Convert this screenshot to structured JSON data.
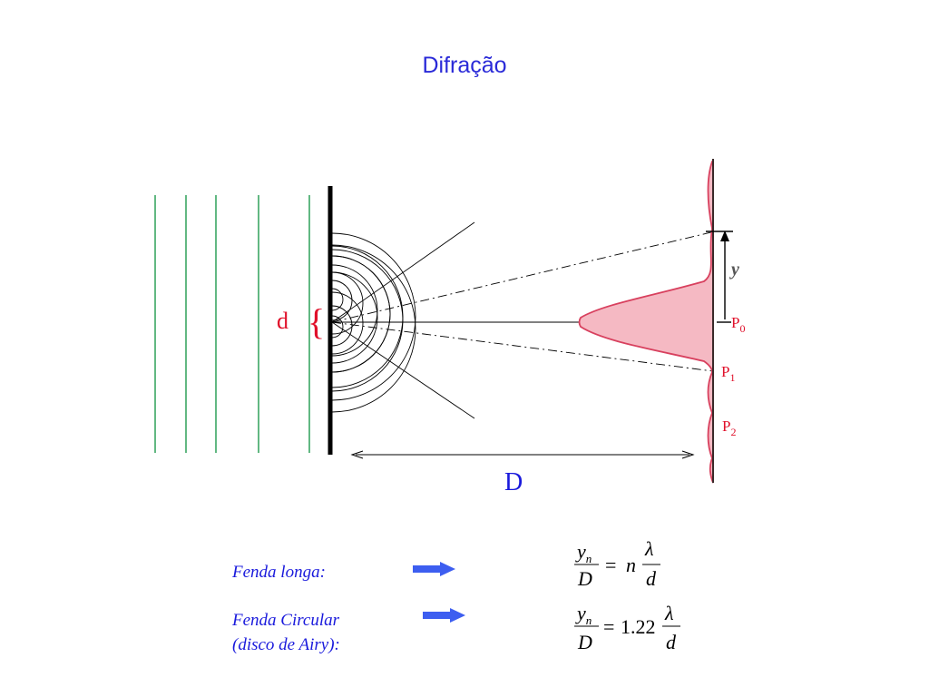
{
  "slide": {
    "title": "Difração"
  },
  "diagram": {
    "slit_label": "d",
    "brace": "{",
    "distance_label": "D",
    "height_label": "y",
    "points": [
      {
        "base": "P",
        "sub": "0"
      },
      {
        "base": "P",
        "sub": "1"
      },
      {
        "base": "P",
        "sub": "2"
      }
    ],
    "colors": {
      "wavefront": "#1f9a4e",
      "label_red": "#e0102a",
      "label_blue": "#1a1adc",
      "intensity_fill": "#f5b9c3",
      "intensity_stroke": "#d8405e",
      "arrow": "#3d5ef0"
    }
  },
  "notes": {
    "long_slit": "Fenda longa:",
    "circular_line1": "Fenda Circular",
    "circular_line2": "(disco de Airy):"
  },
  "formulas": {
    "long": {
      "numerator": "y",
      "numerator_sub": "n",
      "denominator": "D",
      "eq": "=",
      "factor": "n",
      "lambda": "λ",
      "lambda_den": "d"
    },
    "circular": {
      "numerator": "y",
      "numerator_sub": "n",
      "denominator": "D",
      "eq": "=",
      "factor": "1.22",
      "lambda": "λ",
      "lambda_den": "d"
    }
  }
}
